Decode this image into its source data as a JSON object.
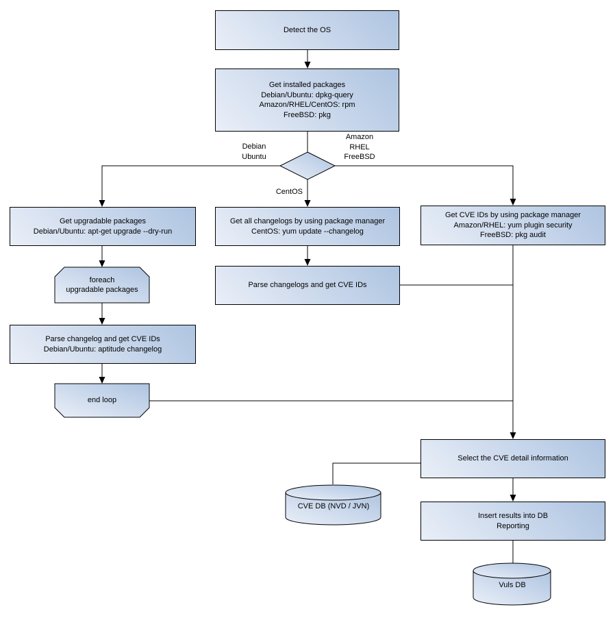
{
  "diagram": {
    "background": "#ffffff",
    "stroke_color": "#000000",
    "node_fill_light": "#eaeff8",
    "node_fill_dark": "#aec4e1",
    "text_color": "#000000",
    "nodes": {
      "detect_os": "Detect the OS",
      "get_installed": [
        "Get installed packages",
        "Debian/Ubuntu: dpkg-query",
        "Amazon/RHEL/CentOS: rpm",
        "FreeBSD: pkg"
      ],
      "get_upgradable": [
        "Get upgradable packages",
        "Debian/Ubuntu: apt-get upgrade --dry-run"
      ],
      "foreach_loop": [
        "foreach",
        "upgradable  packages"
      ],
      "parse_changelog": [
        "Parse changelog and get  CVE IDs",
        "Debian/Ubuntu: aptitude changelog"
      ],
      "end_loop": "end loop",
      "get_changelogs": [
        "Get all changelogs by using package manager",
        "CentOS: yum update --changelog"
      ],
      "parse_changelogs": "Parse changelogs and get CVE IDs",
      "get_cve_ids": [
        "Get CVE IDs by using package manager",
        "Amazon/RHEL: yum plugin security",
        "FreeBSD: pkg audit"
      ],
      "select_cve": "Select the CVE detail information",
      "insert_results": [
        "Insert results into DB",
        "Reporting"
      ],
      "cve_db": "CVE DB (NVD / JVN)",
      "vuls_db": "Vuls DB"
    },
    "edge_labels": {
      "debian_ubuntu": [
        "Debian",
        "Ubuntu"
      ],
      "amazon_rhel_freebsd": [
        "Amazon",
        "RHEL",
        "FreeBSD"
      ],
      "centos": "CentOS"
    }
  }
}
